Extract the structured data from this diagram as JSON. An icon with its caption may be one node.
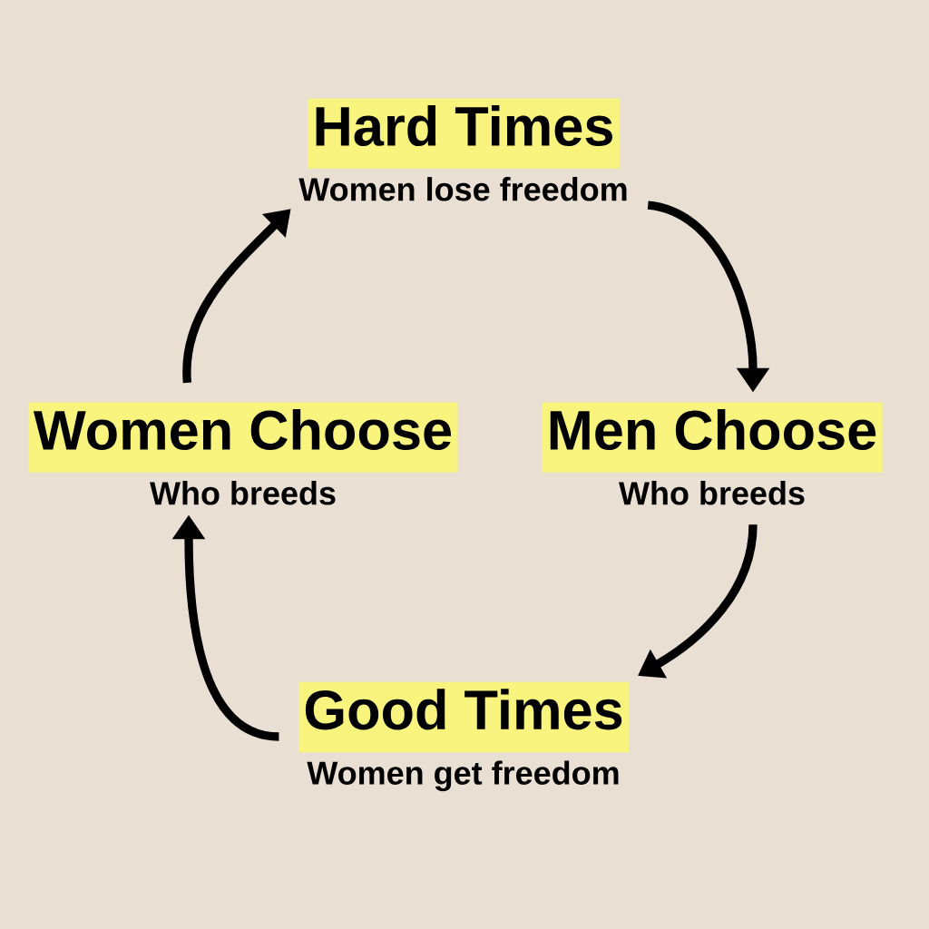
{
  "diagram": {
    "nodes": [
      {
        "text": [
          "Hard Times",
          "Women lose freedom"
        ]
      },
      {
        "text": [
          "Women Choose",
          "Who breeds"
        ]
      },
      {
        "text": [
          "Men Choose",
          "Who breeds"
        ]
      },
      {
        "text": [
          "Good Times",
          "Women get freedom"
        ]
      }
    ],
    "edges": [
      {
        "from": 0,
        "to": 2,
        "arrow": "to"
      },
      {
        "from": 2,
        "to": 3,
        "arrow": "to"
      },
      {
        "from": 3,
        "to": 1,
        "arrow": "to"
      },
      {
        "from": 1,
        "to": 0,
        "arrow": "to"
      }
    ]
  }
}
